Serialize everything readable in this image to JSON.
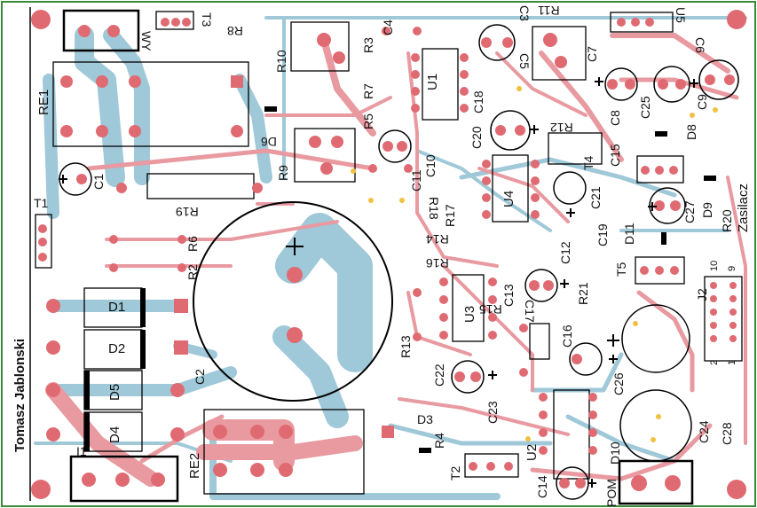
{
  "board": {
    "author": "Tomasz Jablonski",
    "palette": {
      "bottom_copper": "#9fc8d8",
      "top_copper": "#e89aa0",
      "pad": "#e06a72",
      "silk": "#000000",
      "background": "#ffffff",
      "outline": "#3a8a3a"
    }
  },
  "components": {
    "RE1": "RE1",
    "RE2": "RE2",
    "WY": "WY",
    "T1": "T1",
    "T2": "T2",
    "T3": "T3",
    "T4": "T4",
    "T5": "T5",
    "C1": "C1",
    "C2": "C2",
    "C3": "C3",
    "C4": "C4",
    "C5": "C5",
    "C6": "C6",
    "C7": "C7",
    "C8": "C8",
    "C9": "C9",
    "C10": "C10",
    "C11": "C11",
    "C12": "C12",
    "C13": "C13",
    "C14": "C14",
    "C15": "C15",
    "C16": "C16",
    "C17": "C17",
    "C18": "C18",
    "C19": "C19",
    "C20": "C20",
    "C21": "C21",
    "C22": "C22",
    "C23": "C23",
    "C24": "C24",
    "C25": "C25",
    "C26": "C26",
    "C27": "C27",
    "C28": "C28",
    "R2": "R2",
    "R3": "R3",
    "R4": "R4",
    "R5": "R5",
    "R6": "R6",
    "R7": "R7",
    "R8": "R8",
    "R9": "R9",
    "R10": "R10",
    "R11": "R11",
    "R12": "R12",
    "R13": "R13",
    "R14": "R14",
    "R15": "R15",
    "R16": "R16",
    "R17": "R17",
    "R18": "R18",
    "R19": "R19",
    "R20": "R20",
    "R21": "R21",
    "D1": "D1",
    "D2": "D2",
    "D3": "D3",
    "D4": "D4",
    "D5": "D5",
    "D6": "D6",
    "D8": "D8",
    "D9": "D9",
    "D10": "D10",
    "D11": "D11",
    "U1": "U1",
    "U2": "U2",
    "U3": "U3",
    "U4": "U4",
    "U5": "U5",
    "J2": "J2",
    "I1": "I1",
    "POM": "POM",
    "Zasilacz": "Zasilacz",
    "pin1": "1",
    "pin2": "2",
    "pin9": "9",
    "pin10": "10",
    "plus": "+"
  }
}
